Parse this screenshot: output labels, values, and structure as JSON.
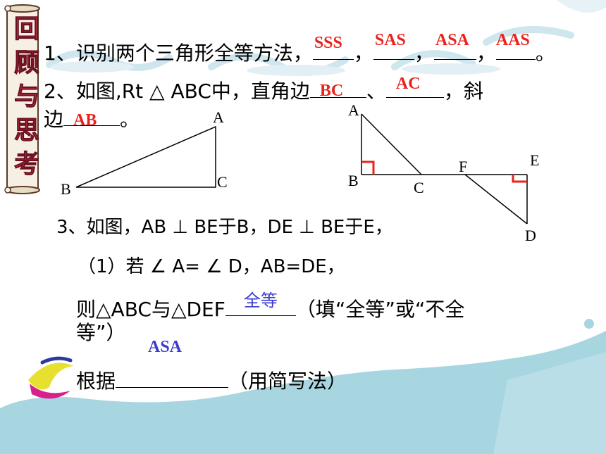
{
  "banner": {
    "chars": [
      "回",
      "顾",
      "与",
      "思",
      "考"
    ],
    "color": "#e04050"
  },
  "q1": {
    "text": "1、识别两个三角形全等方法，",
    "sep": "，",
    "end": "。",
    "answers": [
      "SSS",
      "SAS",
      "ASA",
      "AAS"
    ]
  },
  "q2": {
    "line1": "2、如图,Rt △ ABC中，直角边",
    "sep": "、",
    "comma": "，斜",
    "line2_prefix": "边",
    "line2_end": "。",
    "answers": {
      "leg1": "BC",
      "leg2": "AC",
      "hyp": "AB"
    }
  },
  "fig1": {
    "labels": {
      "A": "A",
      "B": "B",
      "C": "C"
    }
  },
  "fig2": {
    "labels": {
      "A": "A",
      "B": "B",
      "C": "C",
      "D": "D",
      "E": "E",
      "F": "F"
    }
  },
  "q3": {
    "line1": "3、如图，AB ⊥ BE于B，DE ⊥ BE于E，",
    "line2": "（1）若 ∠ A= ∠ D，AB=DE，",
    "line3_prefix": "则△ABC与△DEF",
    "line3_suffix": "（填“全等”或“不全",
    "line4": "等”）",
    "line5_prefix": "根据",
    "line5_suffix": "（用简写法）",
    "answer_congruent": "全等",
    "answer_basis": "ASA"
  },
  "colors": {
    "answer_red": "#e8231e",
    "answer_blue": "#3a3ad0",
    "wave": "#a8d6e0"
  }
}
